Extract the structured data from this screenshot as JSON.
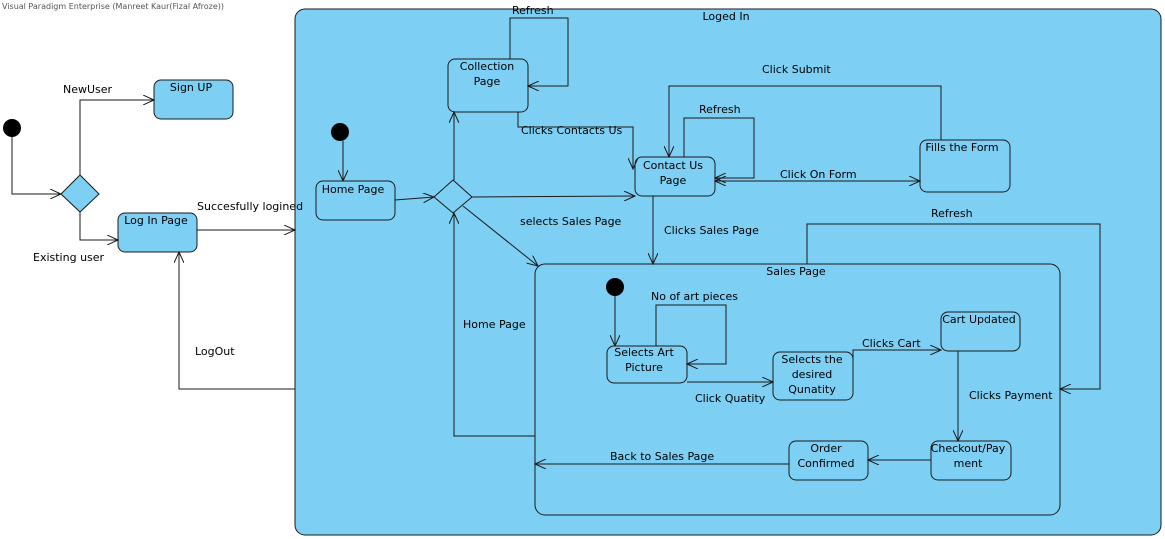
{
  "watermark": "Visual Paradigm Enterprise (Manreet Kaur(Fizal Afroze))",
  "colors": {
    "state_fill": "#7dcff4",
    "stroke": "#1a1a1a"
  },
  "composites": {
    "logged_in": "Loged In",
    "sales": "Sales Page"
  },
  "states": {
    "sign_up": "Sign UP",
    "log_in": "Log In Page",
    "home": "Home Page",
    "collection": [
      "Collection",
      "Page"
    ],
    "contact": [
      "Contact Us",
      "Page"
    ],
    "fills_form": "Fills the Form",
    "selects_art": [
      "Selects  Art",
      "Picture"
    ],
    "selects_qty": [
      "Selects the",
      "desired",
      "Qunatity"
    ],
    "cart_updated": "Cart Updated",
    "checkout": [
      "Checkout/Pay",
      "ment"
    ],
    "order_confirmed": [
      "Order",
      "Confirmed"
    ]
  },
  "transitions": {
    "new_user": "NewUser",
    "existing_user": "Existing user",
    "succesfully_logined": "Succesfully logined",
    "logout": "LogOut",
    "refresh_collection": "Refresh",
    "clicks_contacts_us": "Clicks Contacts Us",
    "click_submit": "Click Submit",
    "refresh_contact": "Refresh",
    "click_on_form": "Click On Form",
    "selects_sales_page": "selects Sales Page",
    "clicks_sales_page": "Clicks Sales Page",
    "refresh_sales": "Refresh",
    "home_page": "Home Page",
    "no_of_art_pieces": "No of art pieces",
    "click_quatity": "Click  Quatity",
    "clicks_cart": "Clicks Cart",
    "clicks_payment": "Clicks Payment",
    "back_to_sales_page": "Back to Sales Page"
  }
}
